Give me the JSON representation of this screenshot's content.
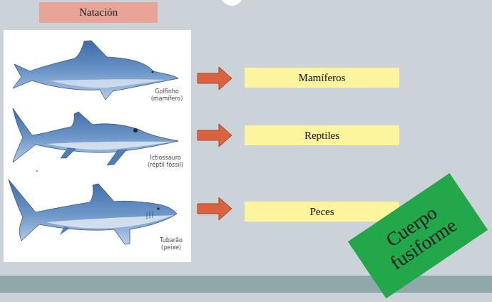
{
  "diagram": {
    "nodes": [
      {
        "text": [
          "Natación"
        ]
      },
      {
        "text": [
          "Mamíferos"
        ]
      },
      {
        "text": [
          "Reptiles"
        ]
      },
      {
        "text": [
          "Peces"
        ]
      },
      {
        "text": [
          "Cuerpo fusiforme"
        ]
      }
    ],
    "labels": [
      "Golfinho (mamífero)",
      "Ictiossauro (réptil fóssil)",
      "Tubarão (peixe)"
    ]
  }
}
